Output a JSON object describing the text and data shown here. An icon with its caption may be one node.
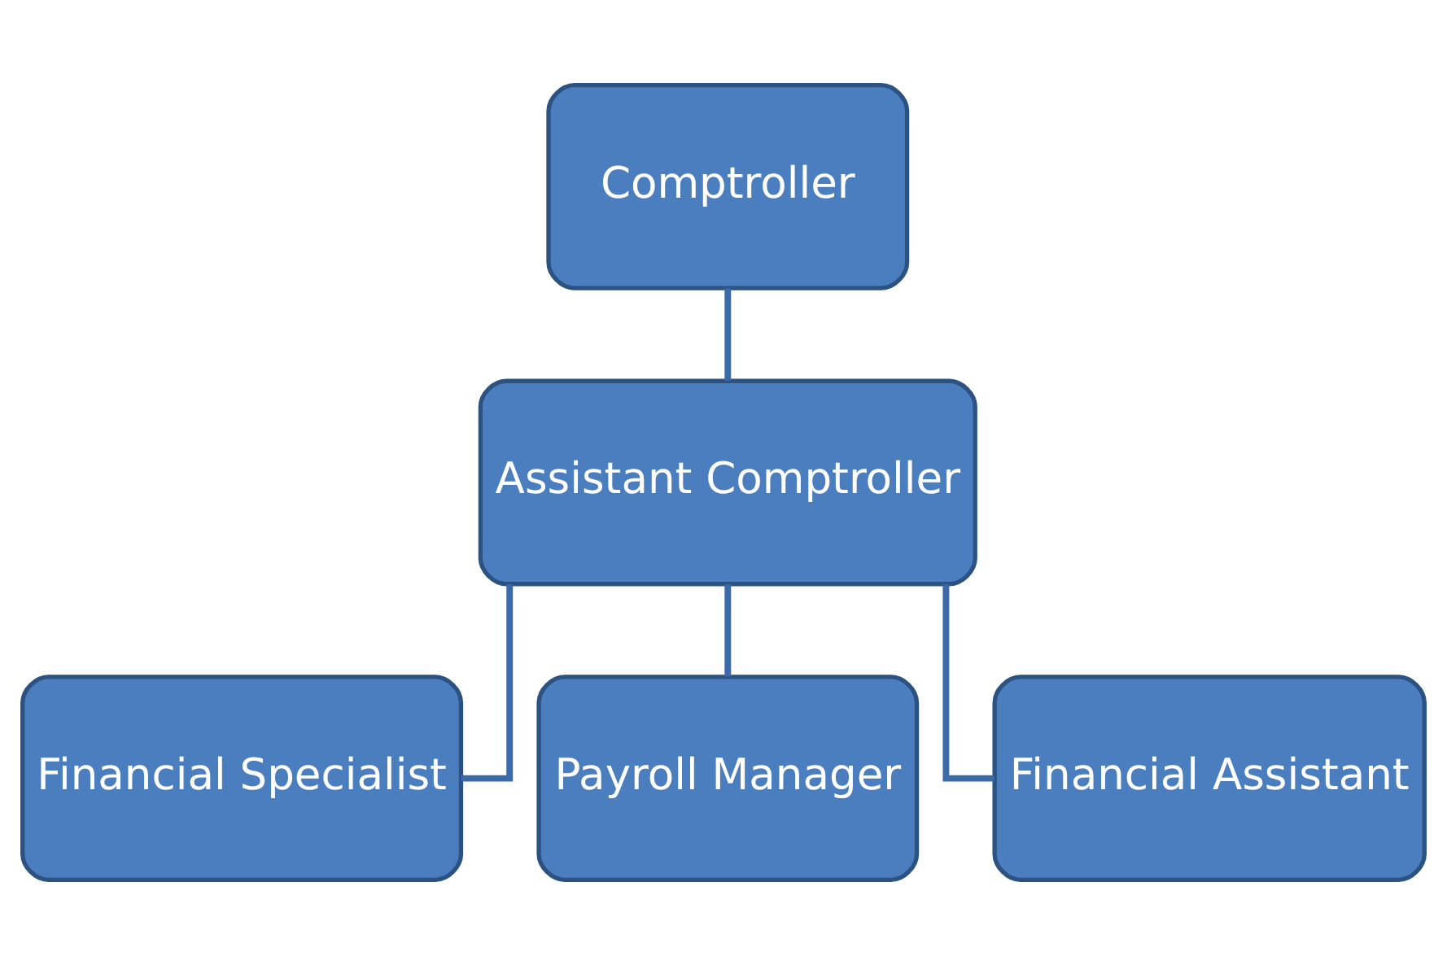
{
  "diagram": {
    "nodes": [
      {
        "text": [
          "Comptroller"
        ]
      },
      {
        "text": [
          "Assistant Comptroller"
        ]
      },
      {
        "text": [
          "Financial Specialist"
        ]
      },
      {
        "text": [
          "Payroll Manager"
        ]
      },
      {
        "text": [
          "Financial Assistant"
        ]
      }
    ],
    "edges": [
      {
        "from": 0,
        "to": 1,
        "arrow": "none"
      },
      {
        "from": 1,
        "to": 2,
        "arrow": "none"
      },
      {
        "from": 1,
        "to": 3,
        "arrow": "none"
      },
      {
        "from": 1,
        "to": 4,
        "arrow": "none"
      }
    ]
  }
}
